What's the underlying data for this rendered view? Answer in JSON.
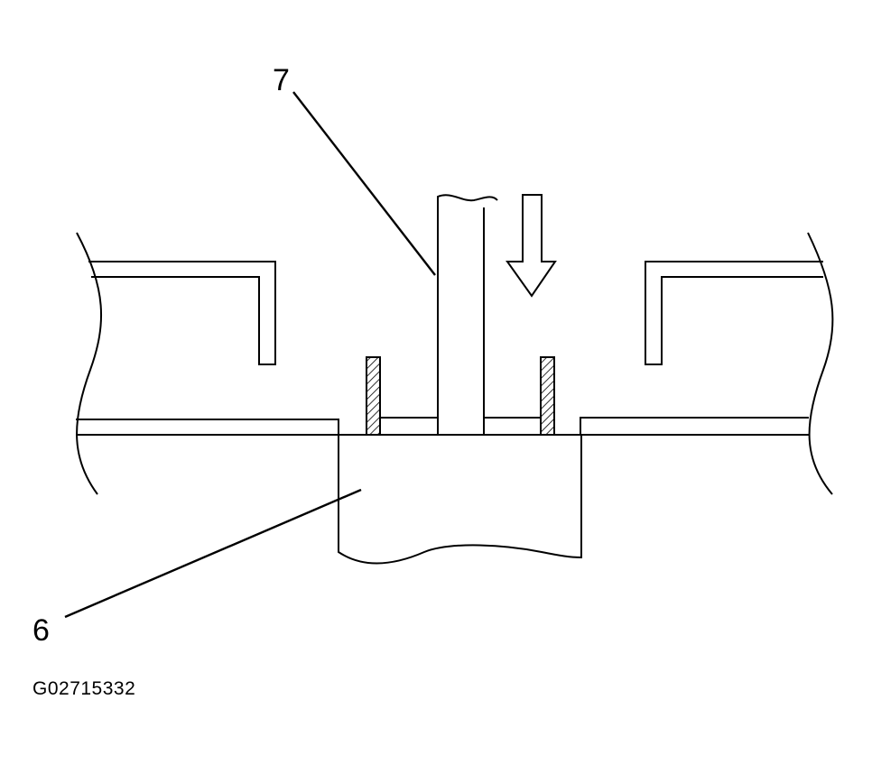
{
  "diagram": {
    "callouts": [
      {
        "id": "7",
        "label": "7"
      },
      {
        "id": "6",
        "label": "6"
      }
    ],
    "figure_code": "G02715332",
    "colors": {
      "line": "#000000",
      "background": "#ffffff"
    },
    "icons": {
      "direction": "down-arrow-icon",
      "hatching": "hatched-seal-icon"
    }
  }
}
